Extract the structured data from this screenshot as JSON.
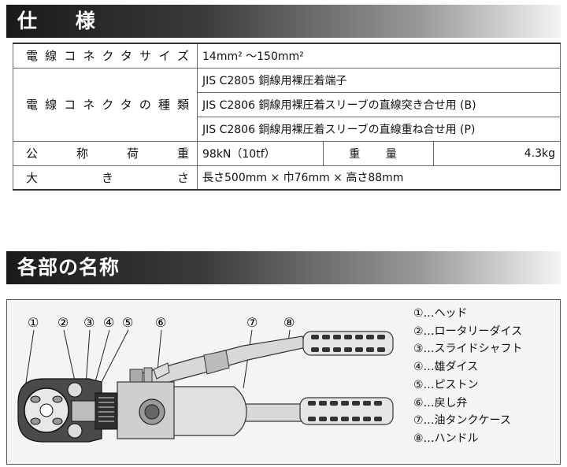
{
  "sections": {
    "spec_title": "仕 様",
    "parts_title": "各部の名称"
  },
  "spec": {
    "connector_size": {
      "label": "電線コネクタサイズ",
      "value": "14mm² ～150mm²"
    },
    "connector_types": {
      "label": "電線コネクタの種類",
      "items": [
        "JIS C2805 銅線用裸圧着端子",
        "JIS C2806 銅線用裸圧着スリーブの直線突き合せ用 (B)",
        "JIS C2806 銅線用裸圧着スリーブの直線重ね合せ用 (P)"
      ]
    },
    "nominal_load": {
      "label": "公称荷重",
      "value": "98kN（10tf）"
    },
    "weight": {
      "label": "重 量",
      "value": "4.3kg"
    },
    "size": {
      "label": "大きさ",
      "value": "長さ500mm × 巾76mm × 高さ88mm"
    }
  },
  "parts": {
    "numbers": [
      "①",
      "②",
      "③",
      "④",
      "⑤",
      "⑥",
      "⑦",
      "⑧"
    ],
    "legend": [
      "①…ヘッド",
      "②…ロータリーダイス",
      "③…スライドシャフト",
      "④…雄ダイス",
      "⑤…ピストン",
      "⑥…戻し弁",
      "⑦…油タンクケース",
      "⑧…ハンドル"
    ]
  }
}
